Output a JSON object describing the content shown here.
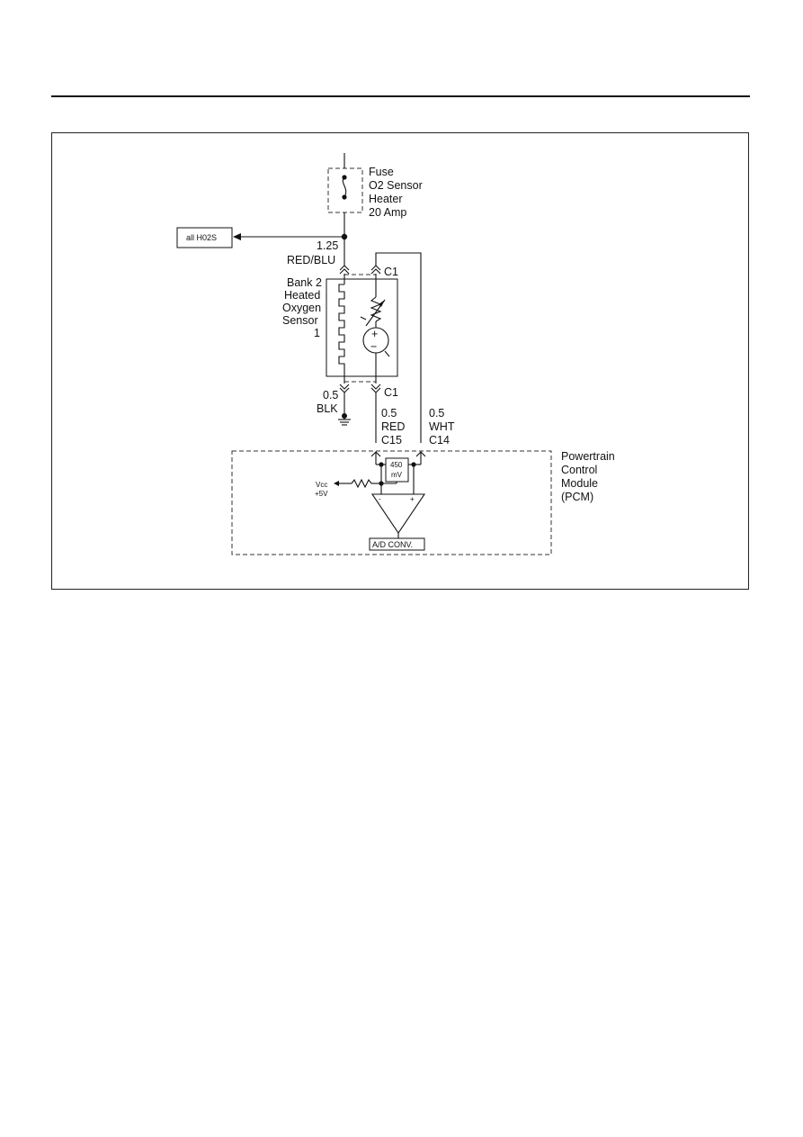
{
  "fuse": {
    "line1": "Fuse",
    "line2": "O2 Sensor",
    "line3": "Heater",
    "line4": "20 Amp"
  },
  "splice_target": {
    "label": "all H02S"
  },
  "wire_top": {
    "gauge": "1.25",
    "color": "RED/BLU"
  },
  "connector": {
    "top": "C1",
    "bottom": "C1"
  },
  "sensor": {
    "line1": "Bank 2",
    "line2": "Heated",
    "line3": "Oxygen",
    "line4": "Sensor",
    "line5": "1"
  },
  "ground_wire": {
    "gauge": "0.5",
    "color": "BLK"
  },
  "signal_wire": {
    "gauge": "0.5",
    "color": "RED",
    "pin": "C15"
  },
  "low_wire": {
    "gauge": "0.5",
    "color": "WHT",
    "pin": "C14"
  },
  "pcm": {
    "line1": "Powertrain",
    "line2": "Control",
    "line3": "Module",
    "line4": "(PCM)"
  },
  "bias": {
    "line1": "450",
    "line2": "mV"
  },
  "vcc": {
    "line1": "Vcc",
    "line2": "+5V"
  },
  "comparator": {
    "minus": "-",
    "plus": "+"
  },
  "adc": {
    "label": "A/D CONV."
  },
  "sensor_cell": {
    "plus": "+",
    "minus": "−"
  }
}
